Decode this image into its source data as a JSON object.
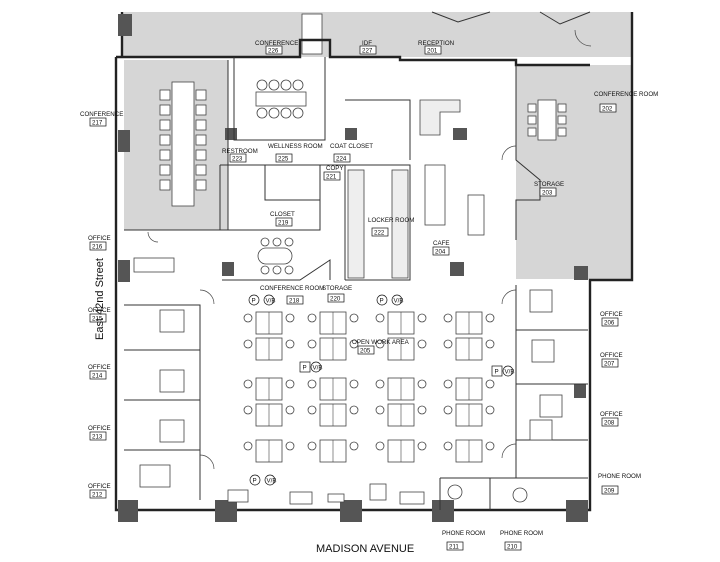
{
  "streets": {
    "south": "MADISON AVENUE",
    "west": "East 42nd Street"
  },
  "rooms": {
    "conference_226": {
      "name": "CONFERENCE",
      "number": "226"
    },
    "idf_227": {
      "name": "IDF",
      "number": "227"
    },
    "reception_201": {
      "name": "RECEPTION",
      "number": "201"
    },
    "conference_217": {
      "name": "CONFERENCE",
      "number": "217"
    },
    "restroom_223": {
      "name": "RESTROOM",
      "number": "223"
    },
    "wellness_225": {
      "name": "WELLNESS ROOM",
      "number": "225"
    },
    "coat_224": {
      "name": "COAT CLOSET",
      "number": "224"
    },
    "copy_221": {
      "name": "COPY",
      "number": "221"
    },
    "closet_219": {
      "name": "CLOSET",
      "number": "219"
    },
    "locker_222": {
      "name": "LOCKER ROOM",
      "number": "222"
    },
    "cafe_204": {
      "name": "CAFE",
      "number": "204"
    },
    "storage_203": {
      "name": "STORAGE",
      "number": "203"
    },
    "conference_202": {
      "name": "CONFERENCE ROOM",
      "number": "202"
    },
    "office_216": {
      "name": "OFFICE",
      "number": "216"
    },
    "office_215": {
      "name": "OFFICE",
      "number": "215"
    },
    "office_214": {
      "name": "OFFICE",
      "number": "214"
    },
    "office_213": {
      "name": "OFFICE",
      "number": "213"
    },
    "office_212": {
      "name": "OFFICE",
      "number": "212"
    },
    "conference_218": {
      "name": "CONFERENCE ROOM",
      "number": "218"
    },
    "storage_220": {
      "name": "STORAGE",
      "number": "220"
    },
    "open_205": {
      "name": "OPEN WORK AREA",
      "number": "205"
    },
    "office_206": {
      "name": "OFFICE",
      "number": "206"
    },
    "office_207": {
      "name": "OFFICE",
      "number": "207"
    },
    "office_208": {
      "name": "OFFICE",
      "number": "208"
    },
    "phone_209": {
      "name": "PHONE ROOM",
      "number": "209"
    },
    "phone_211": {
      "name": "PHONE ROOM",
      "number": "211"
    },
    "phone_210": {
      "name": "PHONE ROOM",
      "number": "210"
    }
  },
  "symbols": {
    "printer": "P",
    "vending": "V/B"
  },
  "colors": {
    "wall": "#222222",
    "hatch": "#d6d6d6",
    "column": "#555555"
  }
}
